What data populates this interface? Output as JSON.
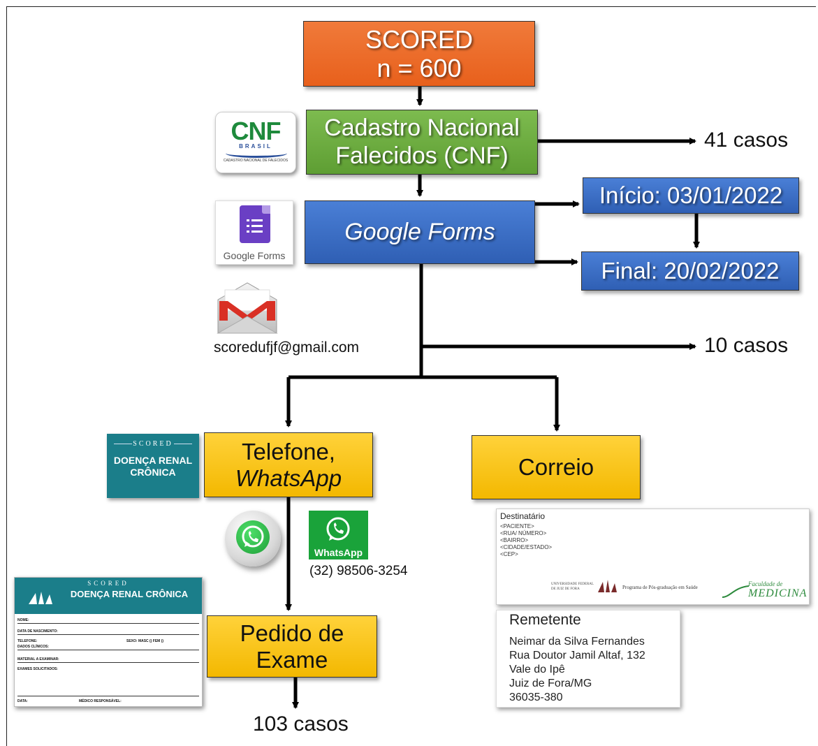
{
  "flow": {
    "scored_line1": "SCORED",
    "scored_line2": "n = 600",
    "cnf_line1": "Cadastro Nacional",
    "cnf_line2": "Falecidos (CNF)",
    "google_forms": "Google Forms",
    "inicio": "Início: 03/01/2022",
    "final": "Final: 20/02/2022",
    "telefone_line1": "Telefone,",
    "telefone_line2": "WhatsApp",
    "correio": "Correio",
    "pedido_line1": "Pedido de",
    "pedido_line2": "Exame"
  },
  "outcomes": {
    "cnf_cases": "41 casos",
    "forms_cases": "10 casos",
    "exam_cases": "103 casos"
  },
  "contacts": {
    "email": "scoredufjf@gmail.com",
    "phone": "(32) 98506-3254"
  },
  "logos": {
    "cnf_text": "CNF",
    "cnf_brasil": "BRASIL",
    "cnf_sub": "CADASTRO NACIONAL DE FALECIDOS",
    "google_forms_caption": "Google Forms",
    "whatsapp_caption": "WhatsApp",
    "scored_badge_top": "SCORED",
    "scored_badge_main": "DOENÇA RENAL CRÔNICA"
  },
  "exam_form": {
    "header_top": "SCORED",
    "header_main": "DOENÇA RENAL CRÔNICA",
    "fields": {
      "nome": "NOME:",
      "nascimento": "DATA DE NASCIMENTO:",
      "telefone": "TELEFONE:",
      "sexo": "SEXO:   MASC ()    FEM ()",
      "dados": "DADOS CLÍNICOS:",
      "material": "MATERIAL A EXAMINAR:",
      "exames": "EXAMES SOLICITADOS:",
      "data": "DATA:",
      "medico": "MÉDICO RESPONSÁVEL:"
    }
  },
  "destinatario": {
    "title": "Destinatário",
    "lines": "<PACIENTE>\n<RUA/ NÚMERO>\n<BAIRRO>\n<CIDADE/ESTADO>\n<CEP>",
    "university": "UNIVERSIDADE FEDERAL DE JUIZ DE FORA",
    "program": "Programa de Pós-graduação em Saúde",
    "faculdade": "Faculdade de",
    "medicina": "MEDICINA"
  },
  "remetente": {
    "title": "Remetente",
    "name": "Neimar da Silva Fernandes",
    "street": "Rua Doutor Jamil Altaf, 132",
    "district": "Vale do Ipê",
    "city": "Juiz de Fora/MG",
    "cep": "36035-380"
  },
  "colors": {
    "orange": "#e8601c",
    "green": "#5e9e33",
    "blue": "#2f5fb4",
    "yellow": "#f3b800",
    "teal": "#1b7e8a",
    "whatsapp": "#1aa33a",
    "gmail_red": "#d93025"
  }
}
